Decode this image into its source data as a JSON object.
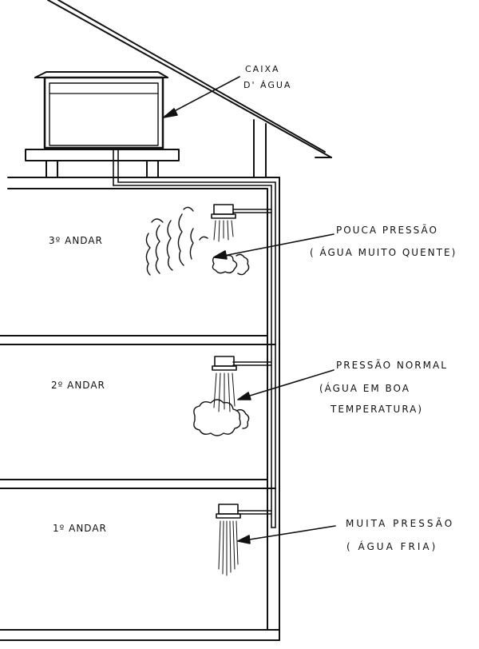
{
  "tank": {
    "label_line1": "CAIXA",
    "label_line2": "D' ÁGUA"
  },
  "floors": [
    {
      "label": "3º ANDAR",
      "pressure": "POUCA PRESSÃO",
      "water": "( ÁGUA MUITO QUENTE)"
    },
    {
      "label": "2º ANDAR",
      "pressure": "PRESSÃO NORMAL",
      "water_line1": "(ÁGUA EM BOA",
      "water_line2": "TEMPERATURA)"
    },
    {
      "label": "1º ANDAR",
      "pressure": "MUITA PRESSÃO",
      "water": "( ÁGUA FRIA)"
    }
  ]
}
